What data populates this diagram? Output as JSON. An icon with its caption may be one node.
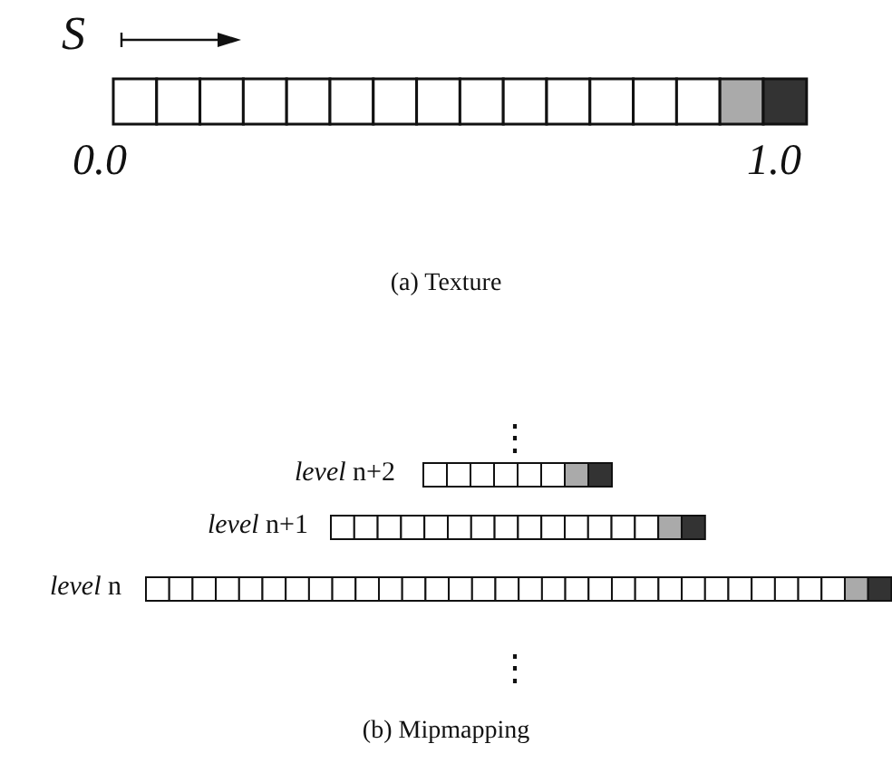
{
  "diagram": {
    "labels": [
      "S",
      "0.0",
      "1.0",
      "(a) Texture",
      "⋮",
      "*level* n+2",
      "*level* n+1",
      "*level* n",
      "⋮",
      "(b) Mipmapping"
    ]
  }
}
